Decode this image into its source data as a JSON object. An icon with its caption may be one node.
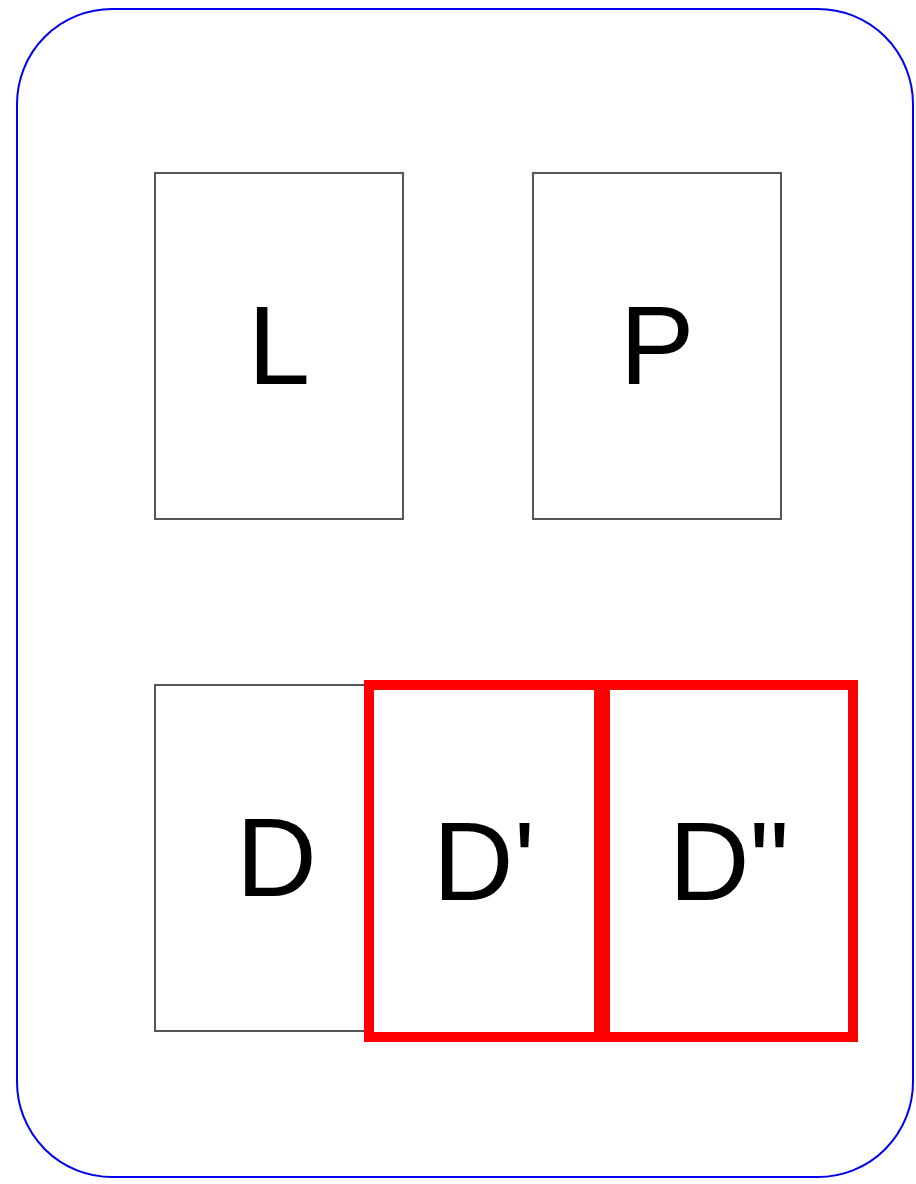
{
  "diagram": {
    "nodes": [
      {
        "text": [],
        "shape": "box"
      },
      {
        "text": [
          "L"
        ],
        "in": 0
      },
      {
        "text": [
          "P"
        ],
        "in": 0
      },
      {
        "text": [
          "D"
        ],
        "in": 0
      },
      {
        "text": [
          "D'"
        ],
        "in": 0
      },
      {
        "text": [
          "D\""
        ],
        "in": 0
      }
    ]
  }
}
